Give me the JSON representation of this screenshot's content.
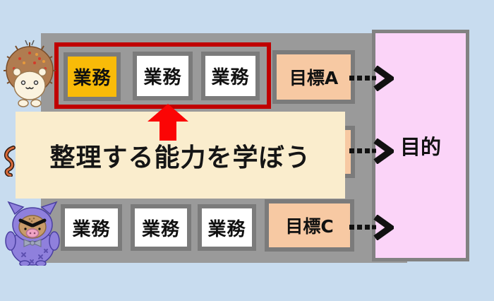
{
  "diagram": {
    "purpose": "目的",
    "top_row": {
      "tasks": [
        "業務",
        "業務",
        "業務"
      ],
      "goal": "目標A"
    },
    "bottom_row": {
      "tasks": [
        "業務",
        "業務",
        "業務"
      ],
      "goal": "目標C"
    },
    "callout_text": "整理する能力を学ぼう"
  },
  "colors": {
    "background": "#C8DCEF",
    "panel_gray": "#9A9A9A",
    "box_border_gray": "#7B7B7B",
    "highlight_task_orange": "#F9BB08",
    "task_white": "#FFFFFF",
    "goal_peach": "#F7C9A3",
    "purpose_pink": "#FBD4F8",
    "callout_cream": "#FAEDCD",
    "frame_red": "#C00000",
    "arrow_red": "#FB0505"
  },
  "icons": {
    "dotted_arrow": "dotted-arrow-right",
    "up_arrow": "red-up-arrow",
    "hedgehog": "hedgehog-character",
    "boar": "boar-in-costume-character",
    "tail": "curled-tail-peeking"
  }
}
